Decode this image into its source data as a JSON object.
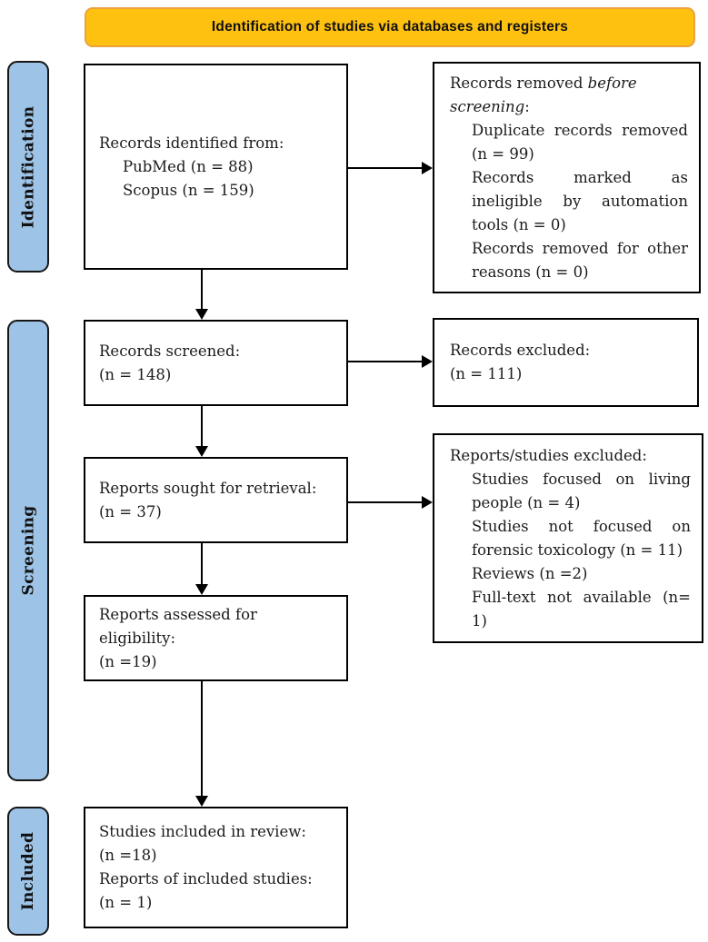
{
  "banner": {
    "label": "Identification of studies via databases and registers"
  },
  "stages": [
    {
      "label": "Identification"
    },
    {
      "label": "Screening"
    },
    {
      "label": "Included"
    }
  ],
  "boxes": {
    "identified": {
      "title": "Records identified from:",
      "items": [
        "PubMed (n = 88)",
        "Scopus (n = 159)"
      ]
    },
    "removed": {
      "title_prefix": "Records removed ",
      "title_italic": "before screening",
      "title_suffix": ":",
      "items": [
        "Duplicate records removed (n = 99)",
        "Records marked as ineligible by automation tools (n = 0)",
        "Records removed for other reasons (n = 0)"
      ]
    },
    "screened": {
      "lines": [
        "Records screened:",
        "(n = 148)"
      ]
    },
    "excluded": {
      "lines": [
        "Records excluded:",
        "(n = 111)"
      ]
    },
    "sought": {
      "lines": [
        "Reports sought for retrieval:",
        "(n = 37)"
      ]
    },
    "reports_excluded": {
      "title": "Reports/studies excluded:",
      "items": [
        "Studies focused on living people (n = 4)",
        "Studies not focused on forensic toxicology (n = 11)",
        "Reviews (n =2)",
        "Full-text not available (n= 1)"
      ]
    },
    "assessed": {
      "lines": [
        "Reports assessed for eligibility:",
        "(n =19)"
      ]
    },
    "included": {
      "lines": [
        "Studies included in review:",
        "(n =18)",
        "Reports of included studies:",
        "(n = 1)"
      ]
    }
  },
  "colors": {
    "banner_fill": "#FFC110",
    "banner_border": "#E8A33D",
    "stage_fill": "#9DC3E6",
    "box_border": "#000000",
    "text": "#1b1b1b"
  }
}
